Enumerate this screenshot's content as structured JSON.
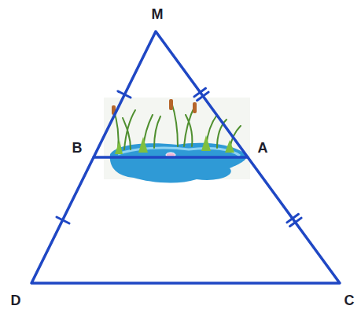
{
  "diagram": {
    "labels": [
      "M",
      "B",
      "A",
      "D",
      "C"
    ]
  }
}
